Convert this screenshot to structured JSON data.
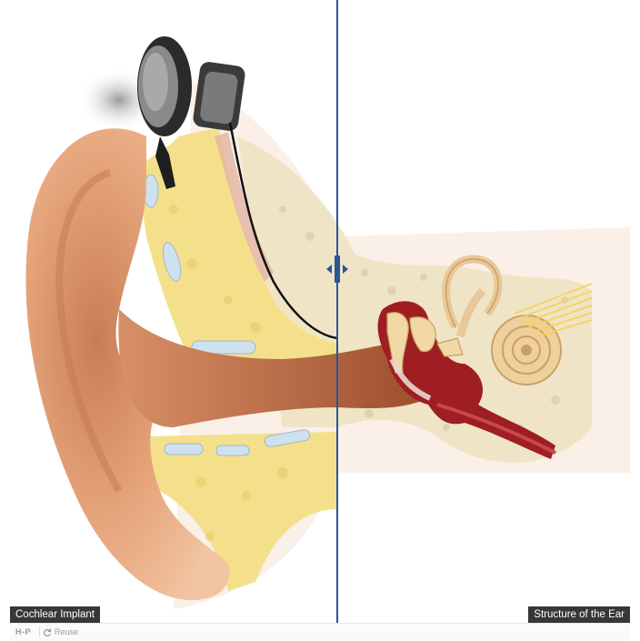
{
  "viewer": {
    "before_label": "Cochlear Implant",
    "after_label": "Structure of the Ear",
    "slider_position": 0.53
  },
  "footer": {
    "logo_text": "H-P",
    "reuse_label": "Reuse"
  },
  "colors": {
    "divider": "#2a5596",
    "skin": "#e7a47a",
    "fat": "#f4e08a",
    "bone": "#efe5c6",
    "canal": "#b9663e",
    "middle_ear_red": "#9e1e22"
  },
  "icons": {
    "handle": "arrows-horizontal-icon",
    "reuse": "refresh-icon"
  }
}
